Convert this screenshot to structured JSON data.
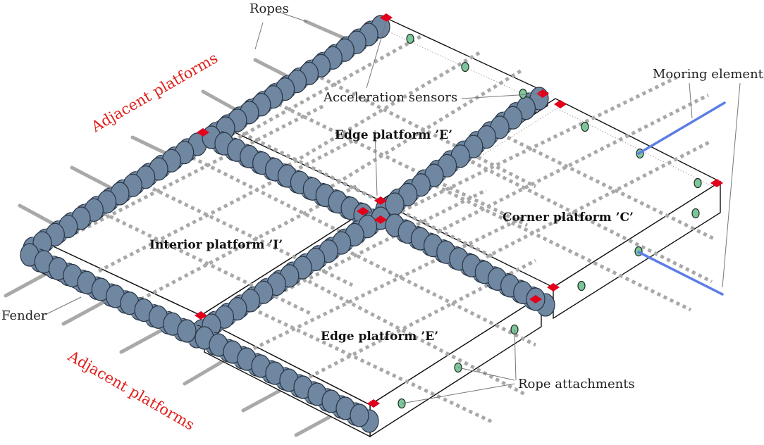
{
  "labels": {
    "ropes": "Ropes",
    "acceleration_sensors": "Acceleration sensors",
    "mooring_elements": "Mooring elements",
    "adjacent_platforms": "Adjacent platforms",
    "edge_platform": "Edge platform ’E’",
    "interior_platform": "Interior platform ’I’",
    "corner_platform": "Corner platform ’C’",
    "fender": "Fender",
    "rope_attachments": "Rope attachments"
  },
  "colors": {
    "fender": "#6f87a1",
    "sensor": "#e3001b",
    "mooring": "#5b7de6",
    "rope": "#a9a9a9",
    "attachment": "#7cc79a",
    "adjacent_label": "#e0201c"
  }
}
